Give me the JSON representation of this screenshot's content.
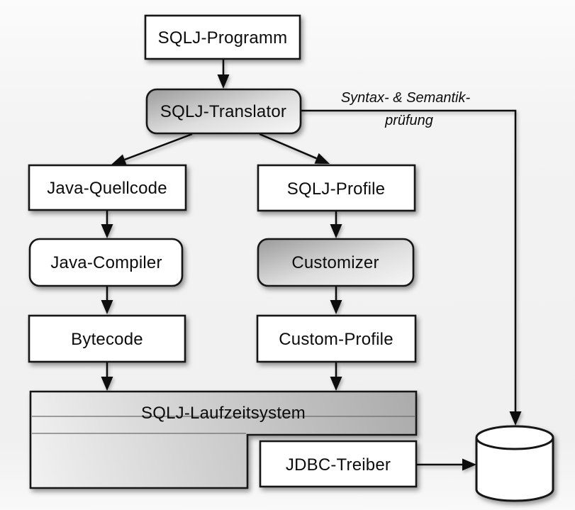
{
  "diagram": {
    "nodes": {
      "sqlj_programm": "SQLJ-Programm",
      "sqlj_translator": "SQLJ-Translator",
      "java_quellcode": "Java-Quellcode",
      "sqlj_profile": "SQLJ-Profile",
      "java_compiler": "Java-Compiler",
      "customizer": "Customizer",
      "bytecode": "Bytecode",
      "custom_profile": "Custom-Profile",
      "sqlj_laufzeitsystem": "SQLJ-Laufzeitsystem",
      "jdbc_treiber": "JDBC-Treiber"
    },
    "annotation": {
      "line1": "Syntax- & Semantik-",
      "line2": "prüfung"
    },
    "icons": {
      "database_cylinder": "database-cylinder"
    },
    "colors": {
      "background": "#f3f3f3",
      "box_fill": "#ffffff",
      "box_border": "#141414",
      "rounded_gradient_dark": "#9b9b9b",
      "rounded_gradient_light": "#f7f7f7",
      "runtime_gradient_dark": "#ababab",
      "runtime_gradient_light": "#f2f2f2",
      "arrow": "#0d0d0d"
    }
  }
}
